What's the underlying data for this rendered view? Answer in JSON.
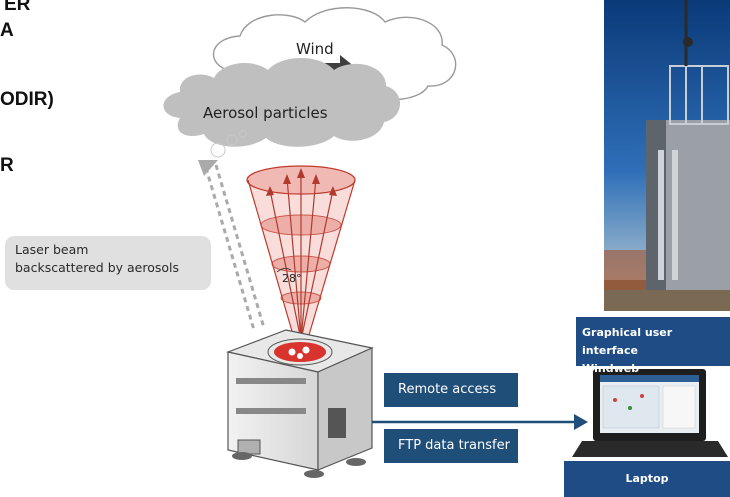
{
  "left_text": {
    "line1": "ER",
    "line2": "A",
    "line3": "ODIR)",
    "line4": "R"
  },
  "cloud": {
    "wind_label": "Wind",
    "aerosol_label": "Aerosol particles"
  },
  "callout": {
    "line1": "Laser beam",
    "line2": "backscattered by aerosols"
  },
  "cone": {
    "angle_label": "28°"
  },
  "boxes": {
    "remote_access": "Remote access",
    "ftp_transfer": "FTP data transfer"
  },
  "gui_panel": {
    "line1": "Graphical user interface",
    "line2": "Windweb"
  },
  "laptop_panel": {
    "label": "Laptop"
  },
  "colors": {
    "box_blue": "#1f4e79",
    "panel_blue": "#1f4c85",
    "beam_red": "#c0392b",
    "cloud_grey": "#bfbfbf"
  }
}
